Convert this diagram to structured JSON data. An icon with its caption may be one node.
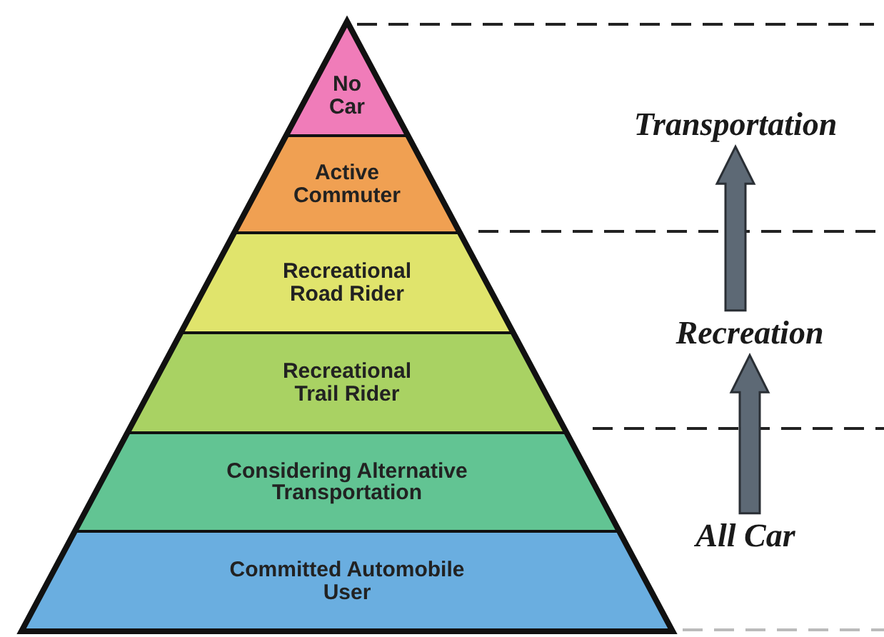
{
  "diagram": {
    "nodes": [
      {
        "text": [
          "No Car"
        ]
      },
      {
        "text": [
          "Active Commuter"
        ]
      },
      {
        "text": [
          "Recreational Road Rider"
        ]
      },
      {
        "text": [
          "Recreational Trail Rider"
        ]
      },
      {
        "text": [
          "Considering Alternative Transportation"
        ]
      },
      {
        "text": [
          "Committed Automobile User"
        ]
      },
      {
        "text": [
          "Transportation"
        ]
      },
      {
        "text": [
          "Recreation"
        ]
      },
      {
        "text": [
          "All Car"
        ]
      }
    ],
    "edges": [
      {
        "from": 8,
        "to": 7,
        "arrow": "to"
      },
      {
        "from": 7,
        "to": 6,
        "arrow": "to"
      }
    ]
  }
}
